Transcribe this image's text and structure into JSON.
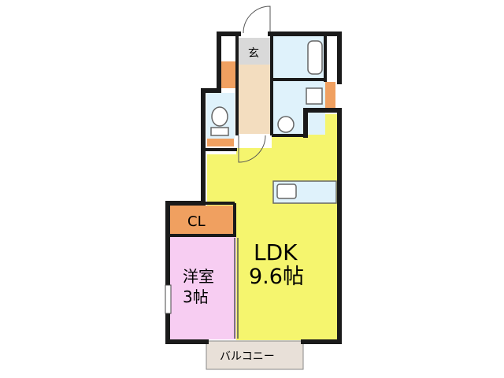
{
  "rooms": {
    "ldk": {
      "name": "LDK",
      "size": "9.6帖"
    },
    "western": {
      "name": "洋室",
      "size": "3帖"
    },
    "closet": {
      "name": "CL"
    },
    "entrance": {
      "name": "玄"
    },
    "balcony": {
      "name": "バルコニー"
    }
  },
  "colors": {
    "wall": "#1a1a1a",
    "ldk_fill": "#f5f56e",
    "western_fill": "#f7cdf2",
    "closet_fill": "#f0a060",
    "wet_fill": "#dff2fb",
    "hall_fill": "#f3ddbf",
    "entrance_fill": "#d9d9d9",
    "balcony_fill": "#e8e0d8"
  }
}
